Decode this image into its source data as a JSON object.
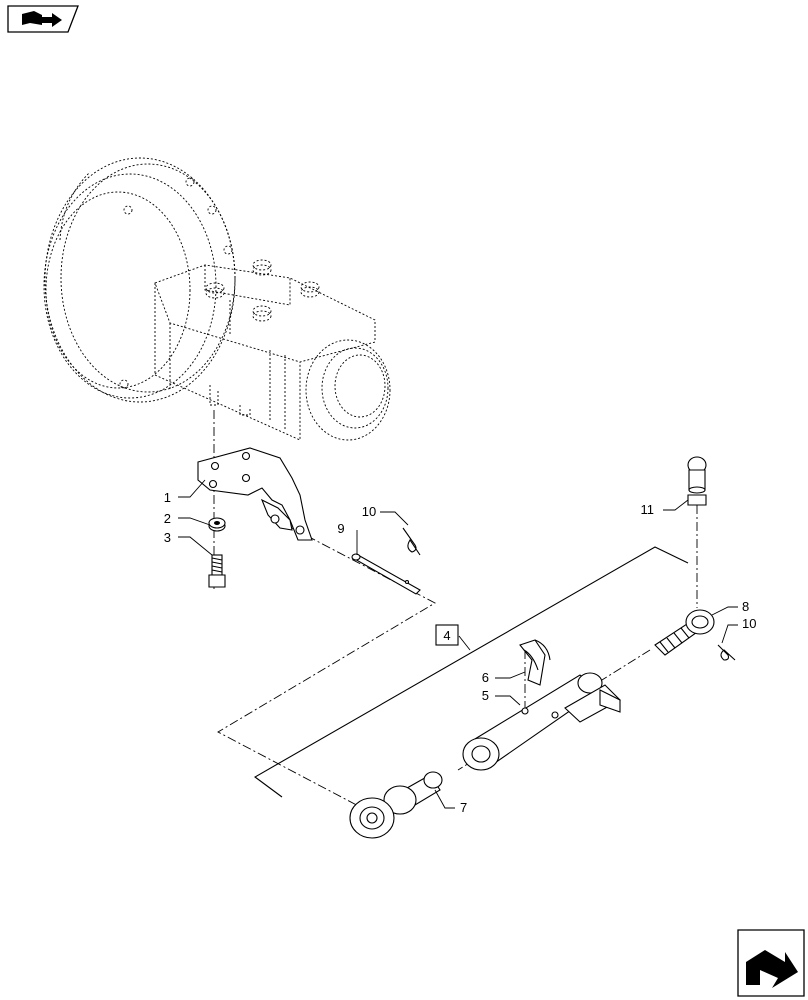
{
  "callouts": {
    "c1": "1",
    "c2": "2",
    "c3": "3",
    "c4": "4",
    "c5": "5",
    "c6": "6",
    "c7": "7",
    "c8": "8",
    "c9": "9",
    "c10a": "10",
    "c10b": "10",
    "c11": "11"
  },
  "icons": {
    "top_left": "book-arrow-icon",
    "bottom_right": "next-page-arrow-icon"
  }
}
